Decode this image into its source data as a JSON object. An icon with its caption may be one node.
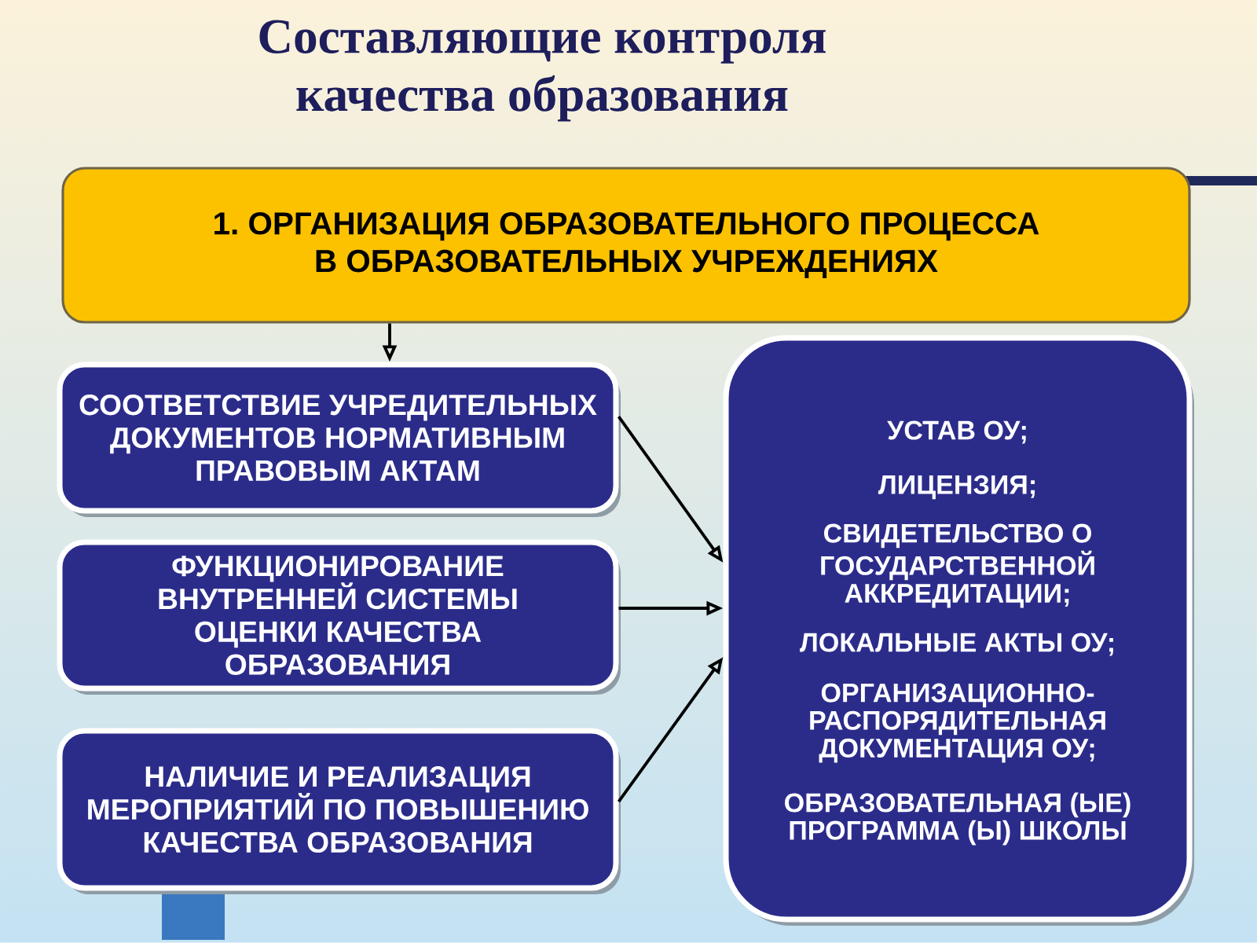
{
  "diagram": {
    "title": "Составляющие контроля качества образования",
    "nodes": [
      {
        "text": [
          "1. ОРГАНИЗАЦИЯ ОБРАЗОВАТЕЛЬНОГО ПРОЦЕССА В ОБРАЗОВАТЕЛЬНЫХ УЧРЕЖДЕНИЯХ"
        ]
      },
      {
        "text": [
          "СООТВЕТСТВИЕ УЧРЕДИТЕЛЬНЫХ ДОКУМЕНТОВ НОРМАТИВНЫМ ПРАВОВЫМ АКТАМ"
        ]
      },
      {
        "text": [
          "ФУНКЦИОНИРОВАНИЕ ВНУТРЕННЕЙ СИСТЕМЫ ОЦЕНКИ КАЧЕСТВА ОБРАЗОВАНИЯ"
        ]
      },
      {
        "text": [
          "НАЛИЧИЕ И РЕАЛИЗАЦИЯ МЕРОПРИЯТИЙ ПО ПОВЫШЕНИЮ КАЧЕСТВА ОБРАЗОВАНИЯ"
        ]
      },
      {
        "text": [
          "УСТАВ ОУ;",
          "ЛИЦЕНЗИЯ;",
          "СВИДЕТЕЛЬСТВО О ГОСУДАРСТВЕННОЙ АККРЕДИТАЦИИ;",
          "ЛОКАЛЬНЫЕ АКТЫ ОУ;",
          "ОРГАНИЗАЦИОННО- РАСПОРЯДИТЕЛЬНАЯ ДОКУМЕНТАЦИЯ ОУ;",
          "ОБРАЗОВАТЕЛЬНАЯ (ЫЕ) ПРОГРАММА (Ы) ШКОЛЫ"
        ]
      }
    ],
    "edges": [
      {
        "from": 0,
        "to": 1,
        "arrow": "to"
      },
      {
        "from": 1,
        "to": 4,
        "arrow": "to"
      },
      {
        "from": 2,
        "to": 4,
        "arrow": "to"
      },
      {
        "from": 3,
        "to": 4,
        "arrow": "to"
      }
    ]
  }
}
